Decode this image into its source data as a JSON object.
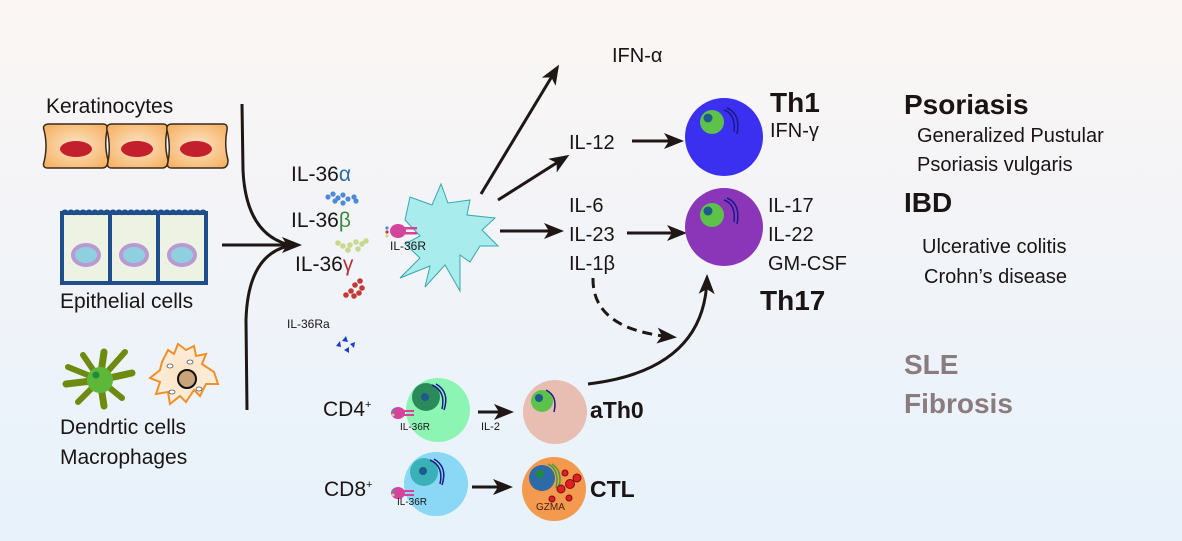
{
  "source_cells": {
    "keratinocytes": "Keratinocytes",
    "epithelial": "Epithelial cells",
    "dendritic": "Dendrtic cells",
    "macrophages": "Macrophages"
  },
  "cytokines_il36": {
    "alpha_prefix": "IL-36",
    "alpha_symbol": "α",
    "beta_prefix": "IL-36",
    "beta_symbol": "β",
    "gamma_prefix": "IL-36",
    "gamma_symbol": "γ",
    "antagonist": "IL-36Ra"
  },
  "receptor_label": "IL-36R",
  "dc_outputs": {
    "ifn_alpha": "IFN-α",
    "il12": "IL-12",
    "il6": "IL-6",
    "il23": "IL-23",
    "il1b": "IL-1β"
  },
  "th1": {
    "name": "Th1",
    "cytokine": "IFN-γ"
  },
  "th17": {
    "name": "Th17",
    "cytokines": [
      "IL-17",
      "IL-22",
      "GM-CSF"
    ]
  },
  "t_cells": {
    "cd4_base": "CD4",
    "cd4_sup": "+",
    "cd8_base": "CD8",
    "cd8_sup": "+",
    "il2": "IL-2",
    "ath0": "aTh0",
    "ctl": "CTL",
    "gzma": "GZMA"
  },
  "diseases": {
    "psoriasis": "Psoriasis",
    "psoriasis_sub": [
      "Generalized Pustular",
      "Psoriasis vulgaris"
    ],
    "ibd": "IBD",
    "ibd_sub": [
      "Ulcerative colitis",
      "Crohn’s disease"
    ],
    "other": [
      "SLE",
      "Fibrosis"
    ]
  },
  "colors": {
    "th1": "#3b2ff0",
    "th17": "#8b36b8",
    "nucleus_green": "#5cc24a",
    "nucleus_dot": "#1e5a8c",
    "dc_cyan": "#a6eaeb",
    "cd4": "#8df5b4",
    "cd8": "#8ad8f5",
    "ath0": "#e8beb2",
    "ctl": "#f49a4e",
    "receptor": "#d4449a",
    "muted_disease": "#8a7c7e"
  }
}
